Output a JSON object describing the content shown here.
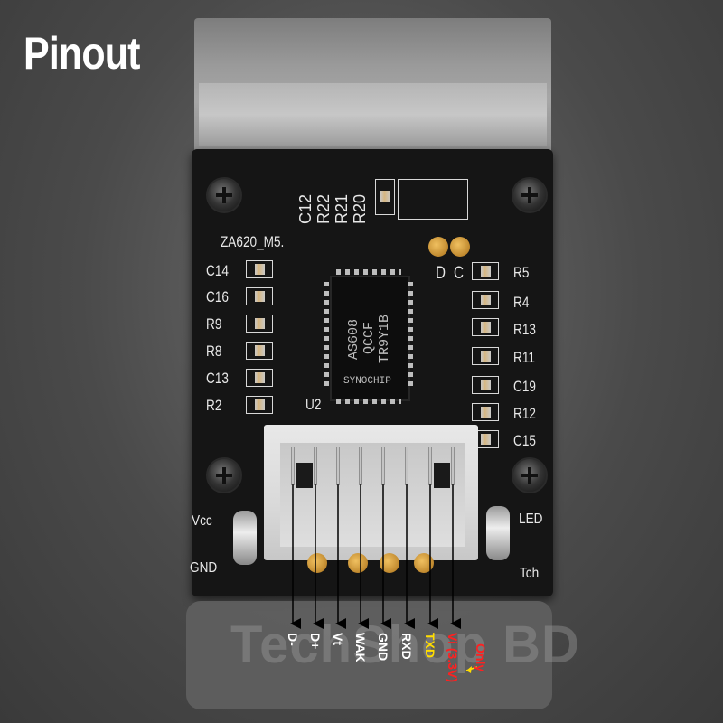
{
  "title": "Pinout",
  "watermark": "TechShop BD",
  "board": {
    "model": "ZA620_M5.",
    "top_refs": [
      "C12",
      "R22",
      "R21",
      "R20"
    ],
    "left_refs": [
      "C14",
      "C16",
      "R9",
      "R8",
      "C13",
      "R2"
    ],
    "right_refs": [
      "R5",
      "R4",
      "R13",
      "R11",
      "C19",
      "R12",
      "C15"
    ],
    "chip_lines": [
      "AS608",
      "QCCF",
      "TR9Y1B"
    ],
    "chip_brand": "SYNOCHIP",
    "chip_ref": "U2",
    "dc_labels": [
      "D",
      "C"
    ],
    "edge_left_top": "Vcc",
    "edge_left_bottom": "GND",
    "edge_right_top": "LED",
    "edge_right_bottom": "Tch"
  },
  "pins": [
    {
      "label": "D-",
      "color": "#ffffff"
    },
    {
      "label": "D+",
      "color": "#ffffff"
    },
    {
      "label": "Vt",
      "color": "#ffffff"
    },
    {
      "label": "WAK",
      "color": "#ffffff"
    },
    {
      "label": "GND",
      "color": "#ffffff"
    },
    {
      "label": "RXD",
      "color": "#ffffff"
    },
    {
      "label": "TXD",
      "color": "#ffdd00"
    },
    {
      "label": "Vi (3.3V)",
      "color": "#ff2020"
    }
  ],
  "note": "Only"
}
